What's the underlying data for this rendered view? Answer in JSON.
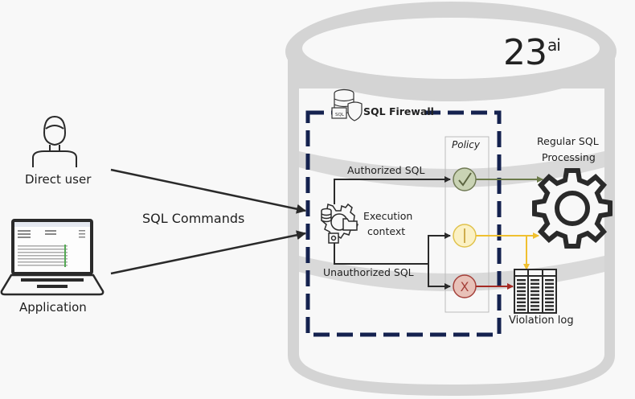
{
  "diagram": {
    "version": {
      "main": "23",
      "superscript": "ai"
    },
    "actors": {
      "direct_user": "Direct user",
      "application": "Application"
    },
    "sql_commands_label": "SQL Commands",
    "firewall": {
      "title": "SQL Firewall",
      "policy_label": "Policy",
      "execution_context": [
        "Execution",
        "context"
      ],
      "authorized_label": "Authorized SQL",
      "unauthorized_label": "Unauthorized SQL",
      "policy_outcomes": [
        {
          "name": "allow",
          "symbol": "✓",
          "fill": "#c9d3b4",
          "stroke": "#707a55"
        },
        {
          "name": "warn",
          "symbol": "|",
          "fill": "#fbf1c4",
          "stroke": "#e0c24c"
        },
        {
          "name": "block",
          "symbol": "X",
          "fill": "#e8c1b8",
          "stroke": "#a5403a"
        }
      ]
    },
    "regular_processing": [
      "Regular SQL",
      "Processing"
    ],
    "violation_log": "Violation log",
    "colors": {
      "cylinder": "#d4d4d4",
      "firewall_border": "#15224f",
      "allow_line": "#6b7a4a",
      "warn_line": "#f0c030",
      "block_line": "#a52a24",
      "dark": "#2a2a2a"
    }
  }
}
